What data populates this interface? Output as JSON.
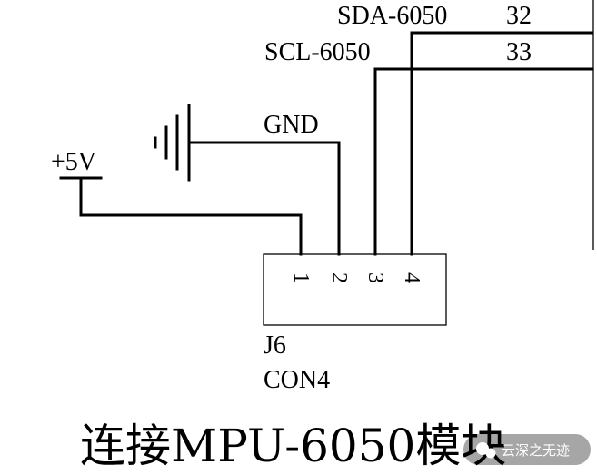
{
  "nets": {
    "sda": "SDA-6050",
    "sda_pin": "32",
    "scl": "SCL-6050",
    "scl_pin": "33",
    "gnd": "GND",
    "vcc": "+5V"
  },
  "connector": {
    "ref": "J6",
    "part": "CON4",
    "pins": [
      "1",
      "2",
      "3",
      "4"
    ]
  },
  "caption": "连接MPU-6050模块",
  "watermark": "云深之无迹"
}
